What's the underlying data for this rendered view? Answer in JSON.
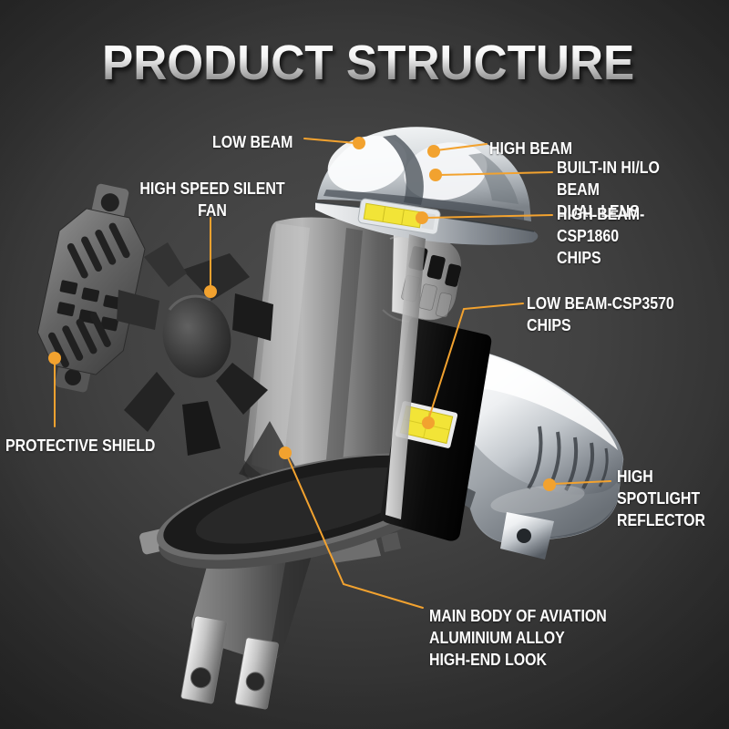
{
  "title": "PRODUCT STRUCTURE",
  "theme": {
    "accent_orange": "#F2A22F",
    "label_white": "#FFFFFF",
    "chip_yellow": "#F2E437",
    "background_center": "#4C4C4C",
    "background_edge": "#242424"
  },
  "labels": {
    "low_beam": "LOW BEAM",
    "high_beam": "HIGH BEAM",
    "dual_lens": "BUILT-IN HI/LO BEAM\nDUAL LENS",
    "high_beam_chips": "HIGH BEAM-CSP1860\nCHIPS",
    "fan": "HIGH SPEED SILENT\nFAN",
    "low_beam_chips": "LOW BEAM-CSP3570\nCHIPS",
    "protective_shield": "PROTECTIVE SHIELD",
    "reflector": "HIGH\nSPOTLIGHT\nREFLECTOR",
    "main_body": "MAIN BODY OF AVIATION\nALUMINIUM ALLOY\nHIGH-END LOOK"
  }
}
